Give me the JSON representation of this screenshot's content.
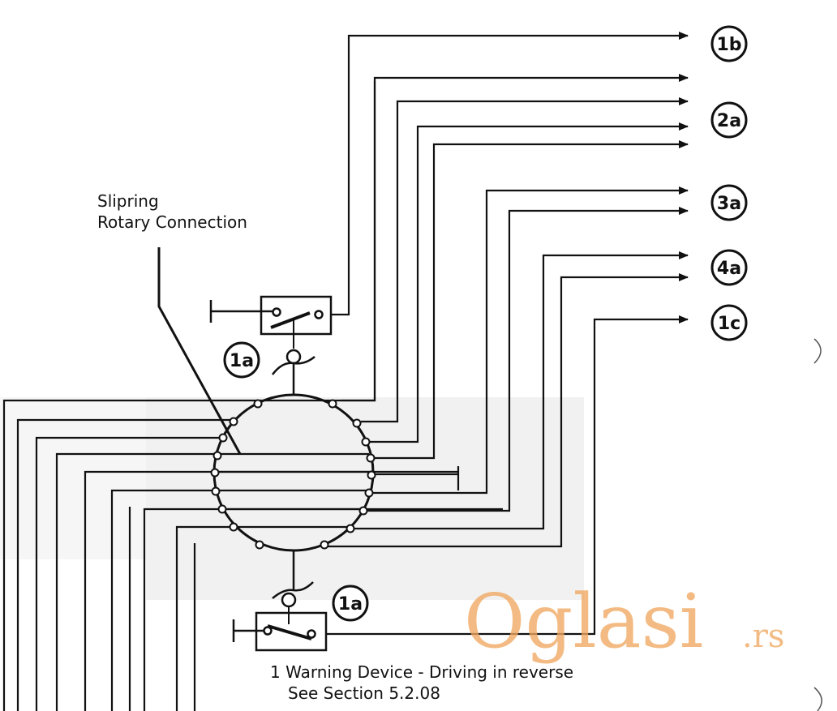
{
  "title_label": {
    "line1": "Slipring",
    "line2": "Rotary Connection"
  },
  "outputs": [
    "1b",
    "2a",
    "3a",
    "4a",
    "1c"
  ],
  "switch_tags": [
    "1a",
    "1a"
  ],
  "caption": {
    "line1": "1 Warning Device - Driving in reverse",
    "line2": "See Section 5.2.08"
  },
  "watermark": {
    "brand": "Oglasi",
    "tld": ".rs",
    "color": "#f0a860"
  }
}
